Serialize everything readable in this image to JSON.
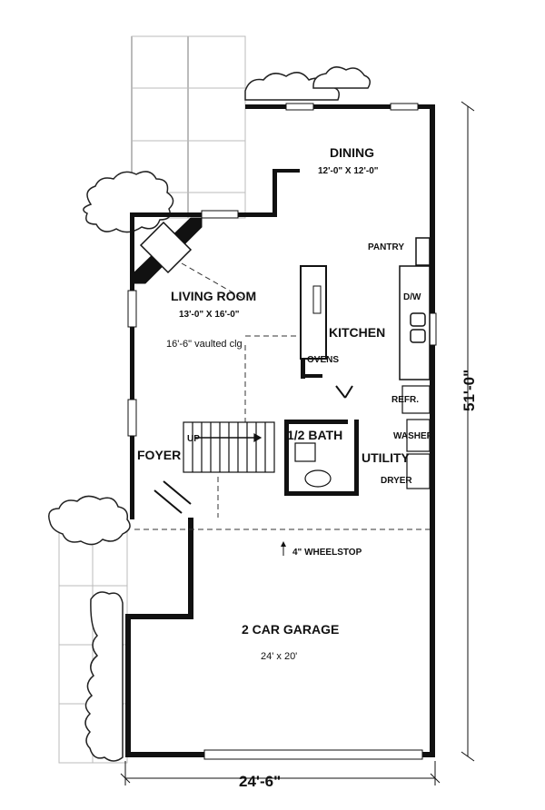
{
  "rooms": {
    "dining": {
      "name": "DINING",
      "size": "12'-0\" X 12'-0\""
    },
    "living": {
      "name": "LIVING ROOM",
      "size": "13'-0\" X 16'-0\"",
      "note": "16'-6\" vaulted clg"
    },
    "kitchen": {
      "name": "KITCHEN"
    },
    "foyer": {
      "name": "FOYER"
    },
    "half_bath": {
      "name": "1/2 BATH"
    },
    "utility": {
      "name": "UTILITY"
    },
    "garage": {
      "name": "2 CAR GARAGE",
      "size": "24' x 20'",
      "note": "4\" WHEELSTOP"
    }
  },
  "fixtures": {
    "pantry": "PANTRY",
    "dishwasher": "D/W",
    "ovens": "OVENS",
    "refrigerator": "REFR.",
    "washer": "WASHER",
    "dryer": "DRYER",
    "stair": "UP"
  },
  "dimensions": {
    "width": "24'-6\"",
    "depth": "51'-0\""
  }
}
